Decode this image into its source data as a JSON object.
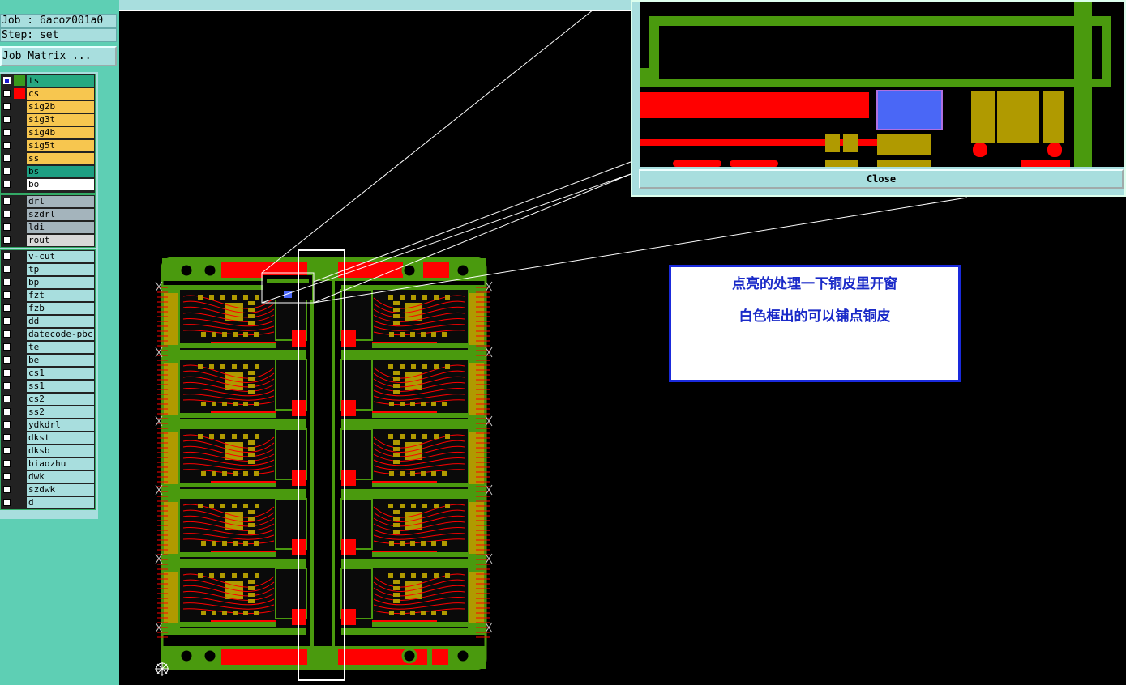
{
  "job": {
    "label": "Job : 6acoz001a0"
  },
  "step": {
    "label": "Step: set"
  },
  "job_matrix_button": "Job Matrix ...",
  "layers": {
    "board": [
      {
        "name": "ts",
        "swatch": "#3a9a1e",
        "style": "green",
        "checked": true
      },
      {
        "name": "cs",
        "swatch": "#ff0000",
        "style": "orange",
        "checked": false
      },
      {
        "name": "sig2b",
        "swatch": "",
        "style": "orange",
        "checked": false
      },
      {
        "name": "sig3t",
        "swatch": "",
        "style": "orange",
        "checked": false
      },
      {
        "name": "sig4b",
        "swatch": "",
        "style": "orange",
        "checked": false
      },
      {
        "name": "sig5t",
        "swatch": "",
        "style": "orange",
        "checked": false
      },
      {
        "name": "ss",
        "swatch": "",
        "style": "orange",
        "checked": false
      },
      {
        "name": "bs",
        "swatch": "",
        "style": "teal",
        "checked": false
      },
      {
        "name": "bo",
        "swatch": "",
        "style": "white",
        "checked": false
      }
    ],
    "drill": [
      {
        "name": "drl",
        "style": "grey"
      },
      {
        "name": "szdrl",
        "style": "grey"
      },
      {
        "name": "ldi",
        "style": "grey"
      },
      {
        "name": "rout",
        "style": "lgrey"
      }
    ],
    "misc": [
      {
        "name": "v-cut"
      },
      {
        "name": "tp"
      },
      {
        "name": "bp"
      },
      {
        "name": "fzt"
      },
      {
        "name": "fzb"
      },
      {
        "name": "dd"
      },
      {
        "name": "datecode-pbc"
      },
      {
        "name": "te"
      },
      {
        "name": "be"
      },
      {
        "name": "cs1"
      },
      {
        "name": "ss1"
      },
      {
        "name": "cs2"
      },
      {
        "name": "ss2"
      },
      {
        "name": "ydkdrl"
      },
      {
        "name": "dkst"
      },
      {
        "name": "dksb"
      },
      {
        "name": "biaozhu"
      },
      {
        "name": "dwk"
      },
      {
        "name": "szdwk"
      },
      {
        "name": "d"
      }
    ]
  },
  "zoom_window": {
    "close_label": "Close"
  },
  "note": {
    "line1": "点亮的处理一下铜皮里开窗",
    "line2": "白色框出的可以铺点铜皮"
  },
  "colors": {
    "copper_green": "#4a9a0e",
    "pad_red": "#ff0000",
    "pad_gold": "#b09a00",
    "panel_teal": "#5ecfb4",
    "note_blue": "#1a2adc"
  }
}
